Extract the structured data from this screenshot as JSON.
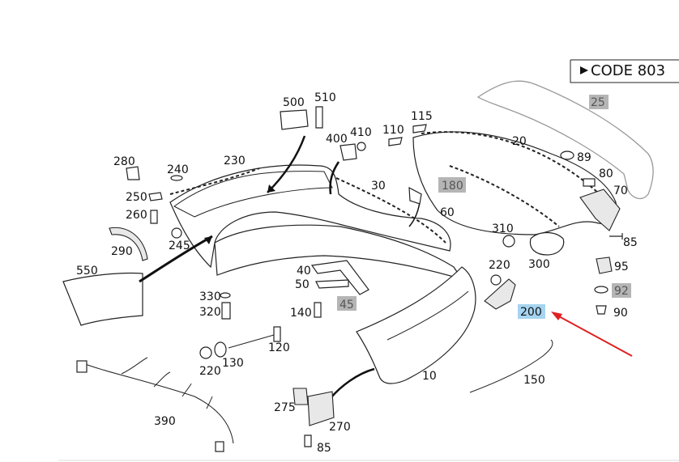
{
  "code_box": {
    "label": "CODE 803"
  },
  "labels": [
    {
      "id": "25",
      "text": "25",
      "style": "grey"
    },
    {
      "id": "500",
      "text": "500",
      "style": "plain"
    },
    {
      "id": "510",
      "text": "510",
      "style": "plain"
    },
    {
      "id": "115",
      "text": "115",
      "style": "plain"
    },
    {
      "id": "110",
      "text": "110",
      "style": "plain"
    },
    {
      "id": "400",
      "text": "400",
      "style": "plain"
    },
    {
      "id": "410",
      "text": "410",
      "style": "plain"
    },
    {
      "id": "20",
      "text": "20",
      "style": "plain"
    },
    {
      "id": "89",
      "text": "89",
      "style": "plain"
    },
    {
      "id": "80",
      "text": "80",
      "style": "plain"
    },
    {
      "id": "70",
      "text": "70",
      "style": "plain"
    },
    {
      "id": "280",
      "text": "280",
      "style": "plain"
    },
    {
      "id": "230",
      "text": "230",
      "style": "plain"
    },
    {
      "id": "240",
      "text": "240",
      "style": "plain"
    },
    {
      "id": "30",
      "text": "30",
      "style": "plain"
    },
    {
      "id": "180",
      "text": "180",
      "style": "grey"
    },
    {
      "id": "250",
      "text": "250",
      "style": "plain"
    },
    {
      "id": "260",
      "text": "260",
      "style": "plain"
    },
    {
      "id": "60",
      "text": "60",
      "style": "plain"
    },
    {
      "id": "245",
      "text": "245",
      "style": "plain"
    },
    {
      "id": "310",
      "text": "310",
      "style": "plain"
    },
    {
      "id": "85a",
      "text": "85",
      "style": "plain"
    },
    {
      "id": "290",
      "text": "290",
      "style": "plain"
    },
    {
      "id": "300",
      "text": "300",
      "style": "plain"
    },
    {
      "id": "95",
      "text": "95",
      "style": "plain"
    },
    {
      "id": "550",
      "text": "550",
      "style": "plain"
    },
    {
      "id": "220a",
      "text": "220",
      "style": "plain"
    },
    {
      "id": "40",
      "text": "40",
      "style": "plain"
    },
    {
      "id": "50",
      "text": "50",
      "style": "plain"
    },
    {
      "id": "92",
      "text": "92",
      "style": "grey"
    },
    {
      "id": "330",
      "text": "330",
      "style": "plain"
    },
    {
      "id": "45",
      "text": "45",
      "style": "grey"
    },
    {
      "id": "90",
      "text": "90",
      "style": "plain"
    },
    {
      "id": "320",
      "text": "320",
      "style": "plain"
    },
    {
      "id": "140",
      "text": "140",
      "style": "plain"
    },
    {
      "id": "200",
      "text": "200",
      "style": "blue"
    },
    {
      "id": "120",
      "text": "120",
      "style": "plain"
    },
    {
      "id": "130",
      "text": "130",
      "style": "plain"
    },
    {
      "id": "220b",
      "text": "220",
      "style": "plain"
    },
    {
      "id": "10",
      "text": "10",
      "style": "plain"
    },
    {
      "id": "150",
      "text": "150",
      "style": "plain"
    },
    {
      "id": "390",
      "text": "390",
      "style": "plain"
    },
    {
      "id": "275",
      "text": "275",
      "style": "plain"
    },
    {
      "id": "270",
      "text": "270",
      "style": "plain"
    },
    {
      "id": "85b",
      "text": "85",
      "style": "plain"
    }
  ],
  "selected_part": "200",
  "colors": {
    "grey_highlight": "#b5b5b5",
    "blue_highlight": "#a6d4f0",
    "arrow": "#e02020"
  }
}
